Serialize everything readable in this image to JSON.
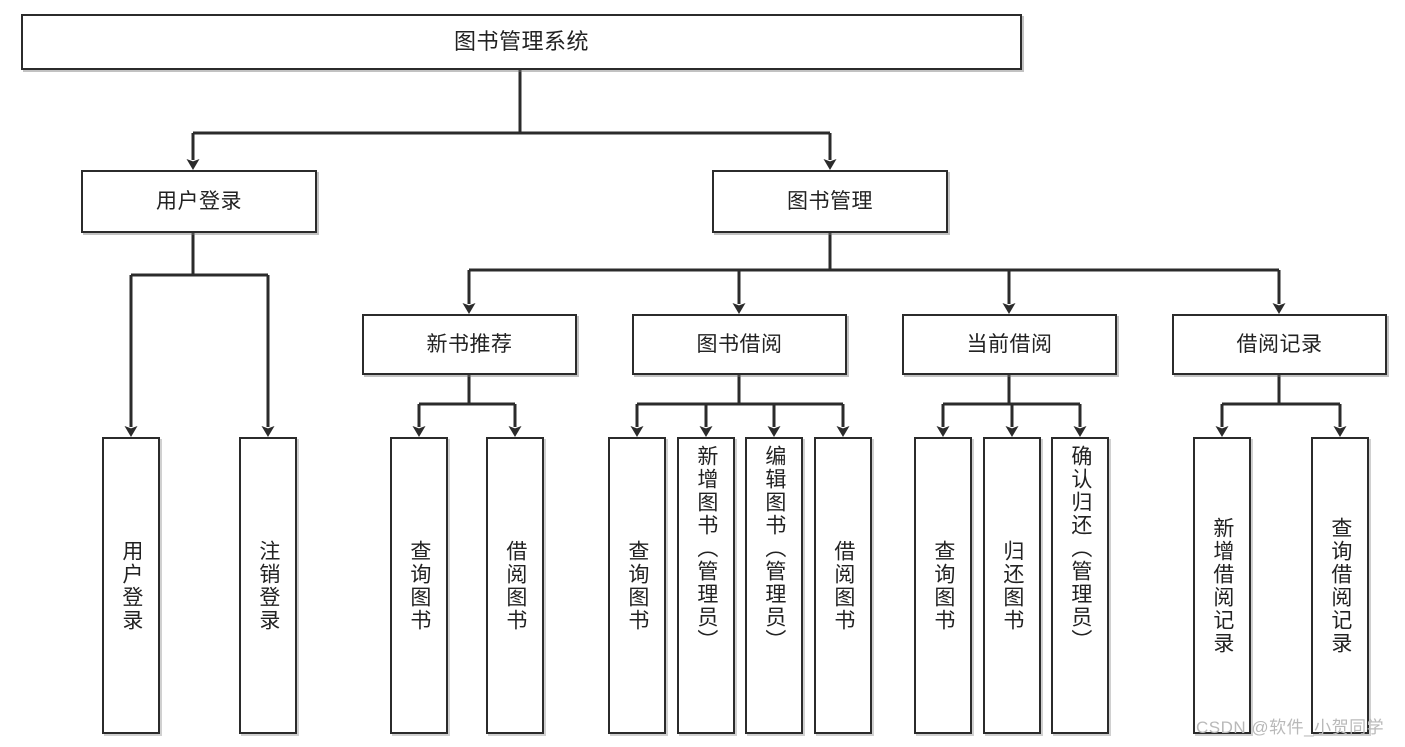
{
  "diagram": {
    "title": "图书管理系统",
    "type": "hierarchy-tree",
    "watermark": "CSDN @软件_小贺同学",
    "colors": {
      "stroke": "#2b2b2b",
      "fill": "#ffffff",
      "text": "#222222",
      "watermark": "#b9b9b9"
    },
    "levels": [
      {
        "level": 0,
        "nodes": [
          {
            "id": "root",
            "label": "图书管理系统",
            "orientation": "horizontal"
          }
        ]
      },
      {
        "level": 1,
        "nodes": [
          {
            "id": "login",
            "label": "用户登录",
            "orientation": "horizontal",
            "parent": "root"
          },
          {
            "id": "bookmgmt",
            "label": "图书管理",
            "orientation": "horizontal",
            "parent": "root"
          }
        ]
      },
      {
        "level": 2,
        "nodes": [
          {
            "id": "newbook",
            "label": "新书推荐",
            "orientation": "horizontal",
            "parent": "bookmgmt"
          },
          {
            "id": "borrow",
            "label": "图书借阅",
            "orientation": "horizontal",
            "parent": "bookmgmt"
          },
          {
            "id": "current",
            "label": "当前借阅",
            "orientation": "horizontal",
            "parent": "bookmgmt"
          },
          {
            "id": "records",
            "label": "借阅记录",
            "orientation": "horizontal",
            "parent": "bookmgmt"
          }
        ]
      },
      {
        "level": 3,
        "nodes": [
          {
            "id": "leaf-1",
            "label": "用户登录",
            "orientation": "vertical",
            "parent": "login"
          },
          {
            "id": "leaf-2",
            "label": "注销登录",
            "orientation": "vertical",
            "parent": "login"
          },
          {
            "id": "leaf-3",
            "label": "查询图书",
            "orientation": "vertical",
            "parent": "newbook"
          },
          {
            "id": "leaf-4",
            "label": "借阅图书",
            "orientation": "vertical",
            "parent": "newbook"
          },
          {
            "id": "leaf-5",
            "label": "查询图书",
            "orientation": "vertical",
            "parent": "borrow"
          },
          {
            "id": "leaf-6",
            "label": "新增图书（管理员）",
            "orientation": "vertical",
            "parent": "borrow"
          },
          {
            "id": "leaf-7",
            "label": "编辑图书（管理员）",
            "orientation": "vertical",
            "parent": "borrow"
          },
          {
            "id": "leaf-8",
            "label": "借阅图书",
            "orientation": "vertical",
            "parent": "borrow"
          },
          {
            "id": "leaf-9",
            "label": "查询图书",
            "orientation": "vertical",
            "parent": "current"
          },
          {
            "id": "leaf-10",
            "label": "归还图书",
            "orientation": "vertical",
            "parent": "current"
          },
          {
            "id": "leaf-11",
            "label": "确认归还（管理员）",
            "orientation": "vertical",
            "parent": "current"
          },
          {
            "id": "leaf-12",
            "label": "新增借阅记录",
            "orientation": "vertical",
            "parent": "records"
          },
          {
            "id": "leaf-13",
            "label": "查询借阅记录",
            "orientation": "vertical",
            "parent": "records"
          }
        ]
      }
    ]
  }
}
